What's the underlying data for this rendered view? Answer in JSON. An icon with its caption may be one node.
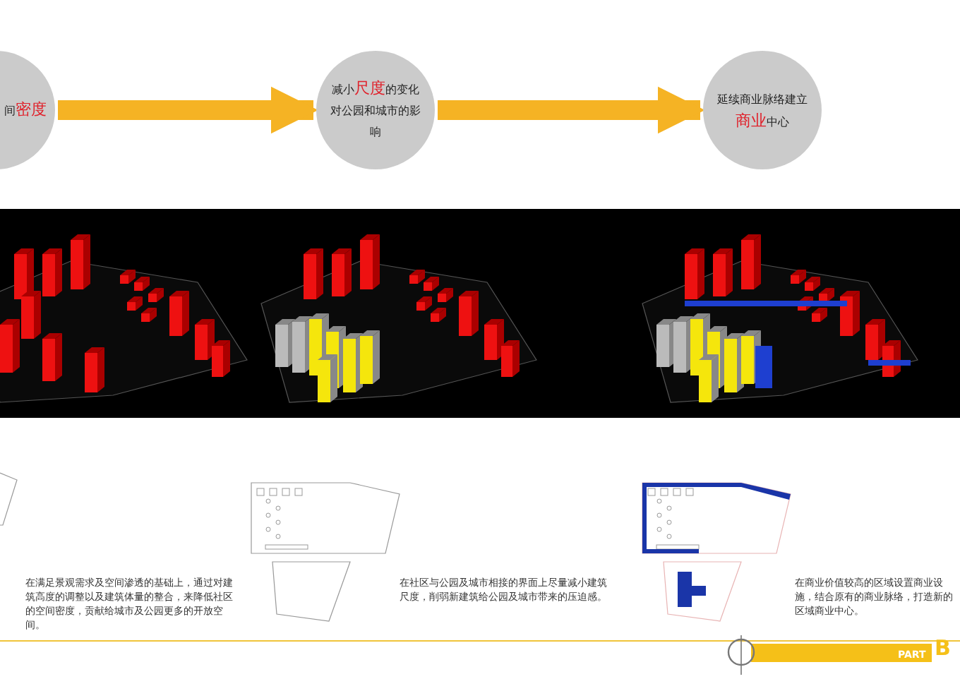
{
  "diagram": {
    "nodes": [
      {
        "text": [
          "间**密度**"
        ]
      },
      {
        "text": [
          "减小**尺度**的变化对公园和城市的影响"
        ]
      },
      {
        "text": [
          "延续商业脉络建立**商业**中心"
        ]
      }
    ],
    "edges": [
      {
        "from": 0,
        "to": 1,
        "arrow": "to"
      },
      {
        "from": 1,
        "to": 2,
        "arrow": "to"
      }
    ],
    "labels": [
      "在满足景观需求及空间渗透的基础上，通过对建筑高度的调整以及建筑体量的整合，来降低社区的空间密度，贡献给城市及公园更多的开放空间。",
      "在社区与公园及城市相接的界面上尽量减小建筑尺度，削弱新建筑给公园及城市带来的压迫感。",
      "在商业价值较高的区域设置商业设施，结合原有的商业脉络，打造新的区域商业中心。",
      "PART",
      "B"
    ]
  }
}
